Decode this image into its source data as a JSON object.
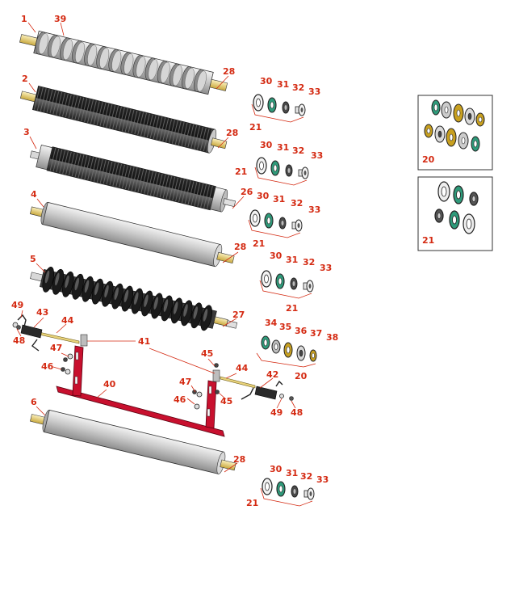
{
  "colors": {
    "callout": "#d42a12",
    "shaft": "#e8d27a",
    "roller_light": "#c8c8c8",
    "roller_dark": "#2e2e2e",
    "bracket": "#c8102e",
    "seal_green": "#2f9a7a",
    "bearing_gold": "#c8a020"
  },
  "callouts": {
    "c1": "1",
    "c39": "39",
    "c28a": "28",
    "c2": "2",
    "c28b": "28",
    "c3": "3",
    "c28c": "28",
    "c26": "26",
    "c4": "4",
    "c28d": "28",
    "c5": "5",
    "c27": "27",
    "c6": "6",
    "c28e": "28",
    "k30a": "30",
    "k31a": "31",
    "k32a": "32",
    "k33a": "33",
    "k21a": "21",
    "k30b": "30",
    "k31b": "31",
    "k32b": "32",
    "k33b": "33",
    "k21b": "21",
    "k30c": "30",
    "k31c": "31",
    "k32c": "32",
    "k33c": "33",
    "k21c": "21",
    "k30d": "30",
    "k31d": "31",
    "k32d": "32",
    "k33d": "33",
    "k21d": "21",
    "k30e": "30",
    "k31e": "31",
    "k32e": "32",
    "k33e": "33",
    "k21e": "21",
    "k34": "34",
    "k35": "35",
    "k36": "36",
    "k37": "37",
    "k38": "38",
    "k20": "20",
    "h49a": "49",
    "h43": "43",
    "h44a": "44",
    "h48a": "48",
    "h47a": "47",
    "h46a": "46",
    "h41": "41",
    "h40": "40",
    "h45a": "45",
    "h44b": "44",
    "h47b": "47",
    "h42": "42",
    "h46b": "46",
    "h45b": "45",
    "h49b": "49",
    "h48b": "48",
    "inset20": "20",
    "inset21": "21"
  }
}
